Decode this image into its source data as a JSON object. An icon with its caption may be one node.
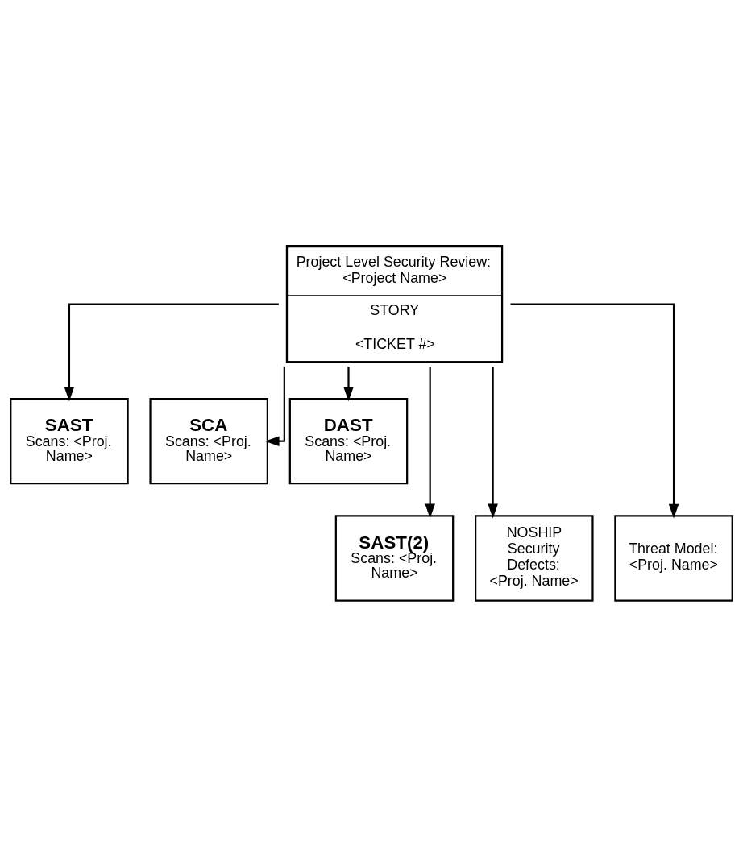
{
  "diagram": {
    "nodes": [
      {
        "text": [
          "Project Level Security Review: <Project Name>",
          "STORY",
          "<TICKET #>"
        ]
      },
      {
        "text": [
          "SAST",
          "Scans: <Proj. Name>"
        ]
      },
      {
        "text": [
          "SCA",
          "Scans: <Proj. Name>"
        ]
      },
      {
        "text": [
          "DAST",
          "Scans: <Proj. Name>"
        ]
      },
      {
        "text": [
          "SAST(2)",
          "Scans: <Proj. Name>"
        ]
      },
      {
        "text": [
          "NOSHIP Security Defects: <Proj. Name>"
        ]
      },
      {
        "text": [
          "Threat Model: <Proj. Name>"
        ]
      }
    ],
    "edges": [
      {
        "from": 0,
        "to": 1,
        "arrow": "to"
      },
      {
        "from": 0,
        "to": 4,
        "arrow": "to"
      },
      {
        "from": 0,
        "to": 5,
        "arrow": "to"
      },
      {
        "from": 0,
        "to": 2,
        "arrow": "to"
      },
      {
        "from": 0,
        "to": 6,
        "arrow": "to"
      },
      {
        "from": 0,
        "to": 3,
        "arrow": "to"
      }
    ]
  }
}
